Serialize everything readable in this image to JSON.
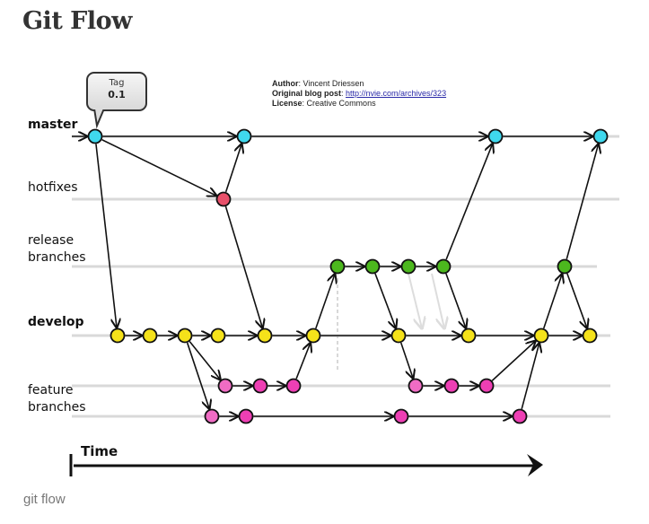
{
  "page": {
    "title": "Git Flow",
    "caption": "git flow"
  },
  "meta": {
    "author_label": "Author",
    "author": "Vincent Driessen",
    "blog_label": "Original blog post",
    "blog_url": "http://nvie.com/archives/323",
    "license_label": "License",
    "license": "Creative Commons"
  },
  "tag": {
    "label": "Tag",
    "version": "0.1"
  },
  "time_axis": {
    "label": "Time"
  },
  "colors": {
    "master": "#3fd8ee",
    "hotfix": "#e8506a",
    "release": "#4cb81e",
    "develop": "#f5e21a",
    "feature": "#ee3fb4",
    "feature_light": "#f06cc4"
  },
  "lanes": [
    {
      "id": "master",
      "label_lines": [
        "master"
      ],
      "bold": true
    },
    {
      "id": "hotfix",
      "label_lines": [
        "hotfixes"
      ],
      "bold": false
    },
    {
      "id": "release",
      "label_lines": [
        "release",
        "branches"
      ],
      "bold": false
    },
    {
      "id": "develop",
      "label_lines": [
        "develop"
      ],
      "bold": true
    },
    {
      "id": "feature",
      "label_lines": [
        "feature",
        "branches"
      ],
      "bold": false
    }
  ],
  "commits": [
    {
      "id": "m1",
      "lane": "master",
      "t": 1,
      "color": "master"
    },
    {
      "id": "m2",
      "lane": "master",
      "t": 6,
      "color": "master"
    },
    {
      "id": "m3",
      "lane": "master",
      "t": 14,
      "color": "master"
    },
    {
      "id": "m4",
      "lane": "master",
      "t": 18,
      "color": "master"
    },
    {
      "id": "h1",
      "lane": "hotfix",
      "t": 5,
      "color": "hotfix"
    },
    {
      "id": "r1",
      "lane": "release",
      "t": 9,
      "color": "release"
    },
    {
      "id": "r2",
      "lane": "release",
      "t": 10,
      "color": "release"
    },
    {
      "id": "r3",
      "lane": "release",
      "t": 11,
      "color": "release"
    },
    {
      "id": "r4",
      "lane": "release",
      "t": 12,
      "color": "release"
    },
    {
      "id": "r5",
      "lane": "release",
      "t": 17,
      "color": "release"
    },
    {
      "id": "d1",
      "lane": "develop",
      "t": 1.5,
      "color": "develop"
    },
    {
      "id": "d2",
      "lane": "develop",
      "t": 2.5,
      "color": "develop"
    },
    {
      "id": "d3",
      "lane": "develop",
      "t": 3.5,
      "color": "develop"
    },
    {
      "id": "d4",
      "lane": "develop",
      "t": 4.5,
      "color": "develop"
    },
    {
      "id": "d5",
      "lane": "develop",
      "t": 6,
      "color": "develop"
    },
    {
      "id": "d6",
      "lane": "develop",
      "t": 8,
      "color": "develop"
    },
    {
      "id": "d7",
      "lane": "develop",
      "t": 11,
      "color": "develop"
    },
    {
      "id": "d8",
      "lane": "develop",
      "t": 13,
      "color": "develop"
    },
    {
      "id": "d9",
      "lane": "develop",
      "t": 16,
      "color": "develop"
    },
    {
      "id": "d10",
      "lane": "develop",
      "t": 17.5,
      "color": "develop"
    },
    {
      "id": "f1",
      "lane": "feature1",
      "t": 5,
      "color": "feature_light"
    },
    {
      "id": "f2",
      "lane": "feature1",
      "t": 6,
      "color": "feature"
    },
    {
      "id": "f3",
      "lane": "feature1",
      "t": 7,
      "color": "feature"
    },
    {
      "id": "f4",
      "lane": "feature1",
      "t": 12,
      "color": "feature_light"
    },
    {
      "id": "f5",
      "lane": "feature1",
      "t": 13,
      "color": "feature"
    },
    {
      "id": "f6",
      "lane": "feature1",
      "t": 14,
      "color": "feature"
    },
    {
      "id": "g1",
      "lane": "feature2",
      "t": 4.5,
      "color": "feature_light"
    },
    {
      "id": "g2",
      "lane": "feature2",
      "t": 5.5,
      "color": "feature"
    },
    {
      "id": "g3",
      "lane": "feature2",
      "t": 11,
      "color": "feature"
    },
    {
      "id": "g4",
      "lane": "feature2",
      "t": 15,
      "color": "feature"
    }
  ],
  "edges": [
    [
      "m1",
      "m2"
    ],
    [
      "m2",
      "m3"
    ],
    [
      "m3",
      "m4"
    ],
    [
      "m1",
      "h1"
    ],
    [
      "h1",
      "m2"
    ],
    [
      "h1",
      "d5"
    ],
    [
      "m1",
      "d1"
    ],
    [
      "d1",
      "d2"
    ],
    [
      "d2",
      "d3"
    ],
    [
      "d3",
      "d4"
    ],
    [
      "d4",
      "d5"
    ],
    [
      "d5",
      "d6"
    ],
    [
      "d6",
      "d7"
    ],
    [
      "d7",
      "d8"
    ],
    [
      "d8",
      "d9"
    ],
    [
      "d9",
      "d10"
    ],
    [
      "d6",
      "r1"
    ],
    [
      "r1",
      "r2"
    ],
    [
      "r2",
      "r3"
    ],
    [
      "r3",
      "r4"
    ],
    [
      "r2",
      "d7"
    ],
    [
      "r4",
      "d8"
    ],
    [
      "r4",
      "m3"
    ],
    [
      "d9",
      "r5"
    ],
    [
      "r5",
      "m4"
    ],
    [
      "r5",
      "d10"
    ],
    [
      "d3",
      "f1"
    ],
    [
      "f1",
      "f2"
    ],
    [
      "f2",
      "f3"
    ],
    [
      "f3",
      "d6"
    ],
    [
      "d3",
      "g1"
    ],
    [
      "g1",
      "g2"
    ],
    [
      "g2",
      "g3"
    ],
    [
      "g3",
      "g4"
    ],
    [
      "d7",
      "f4"
    ],
    [
      "f4",
      "f5"
    ],
    [
      "f5",
      "f6"
    ],
    [
      "f6",
      "d9"
    ],
    [
      "g4",
      "d9"
    ]
  ],
  "ghost_edges": [
    [
      "r3",
      "d7b"
    ],
    [
      "r4",
      "d7c"
    ]
  ]
}
